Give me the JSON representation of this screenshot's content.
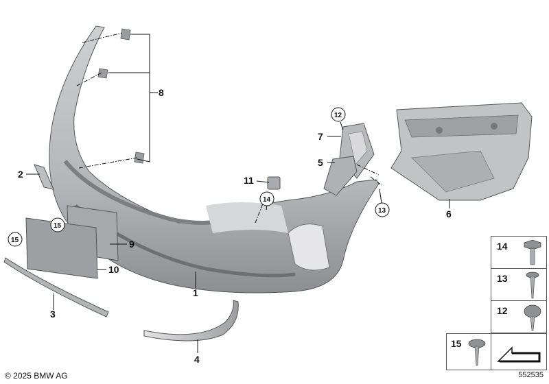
{
  "parts": {
    "p1": "1",
    "p2": "2",
    "p3": "3",
    "p4": "4",
    "p5": "5",
    "p6": "6",
    "p7": "7",
    "p8": "8",
    "p9": "9",
    "p10": "10",
    "p11": "11"
  },
  "circled": {
    "c12": "12",
    "c13_a": "13",
    "c14_a": "14",
    "c15_a": "15",
    "c15_b": "15"
  },
  "legend": {
    "items": [
      "14",
      "13",
      "12",
      "15"
    ]
  },
  "footer": {
    "copyright": "© 2025 BMW AG",
    "diagram_id": "552535"
  },
  "colors": {
    "part_fill": "#b9babc",
    "part_dark": "#8e8f92",
    "line": "#111111"
  }
}
